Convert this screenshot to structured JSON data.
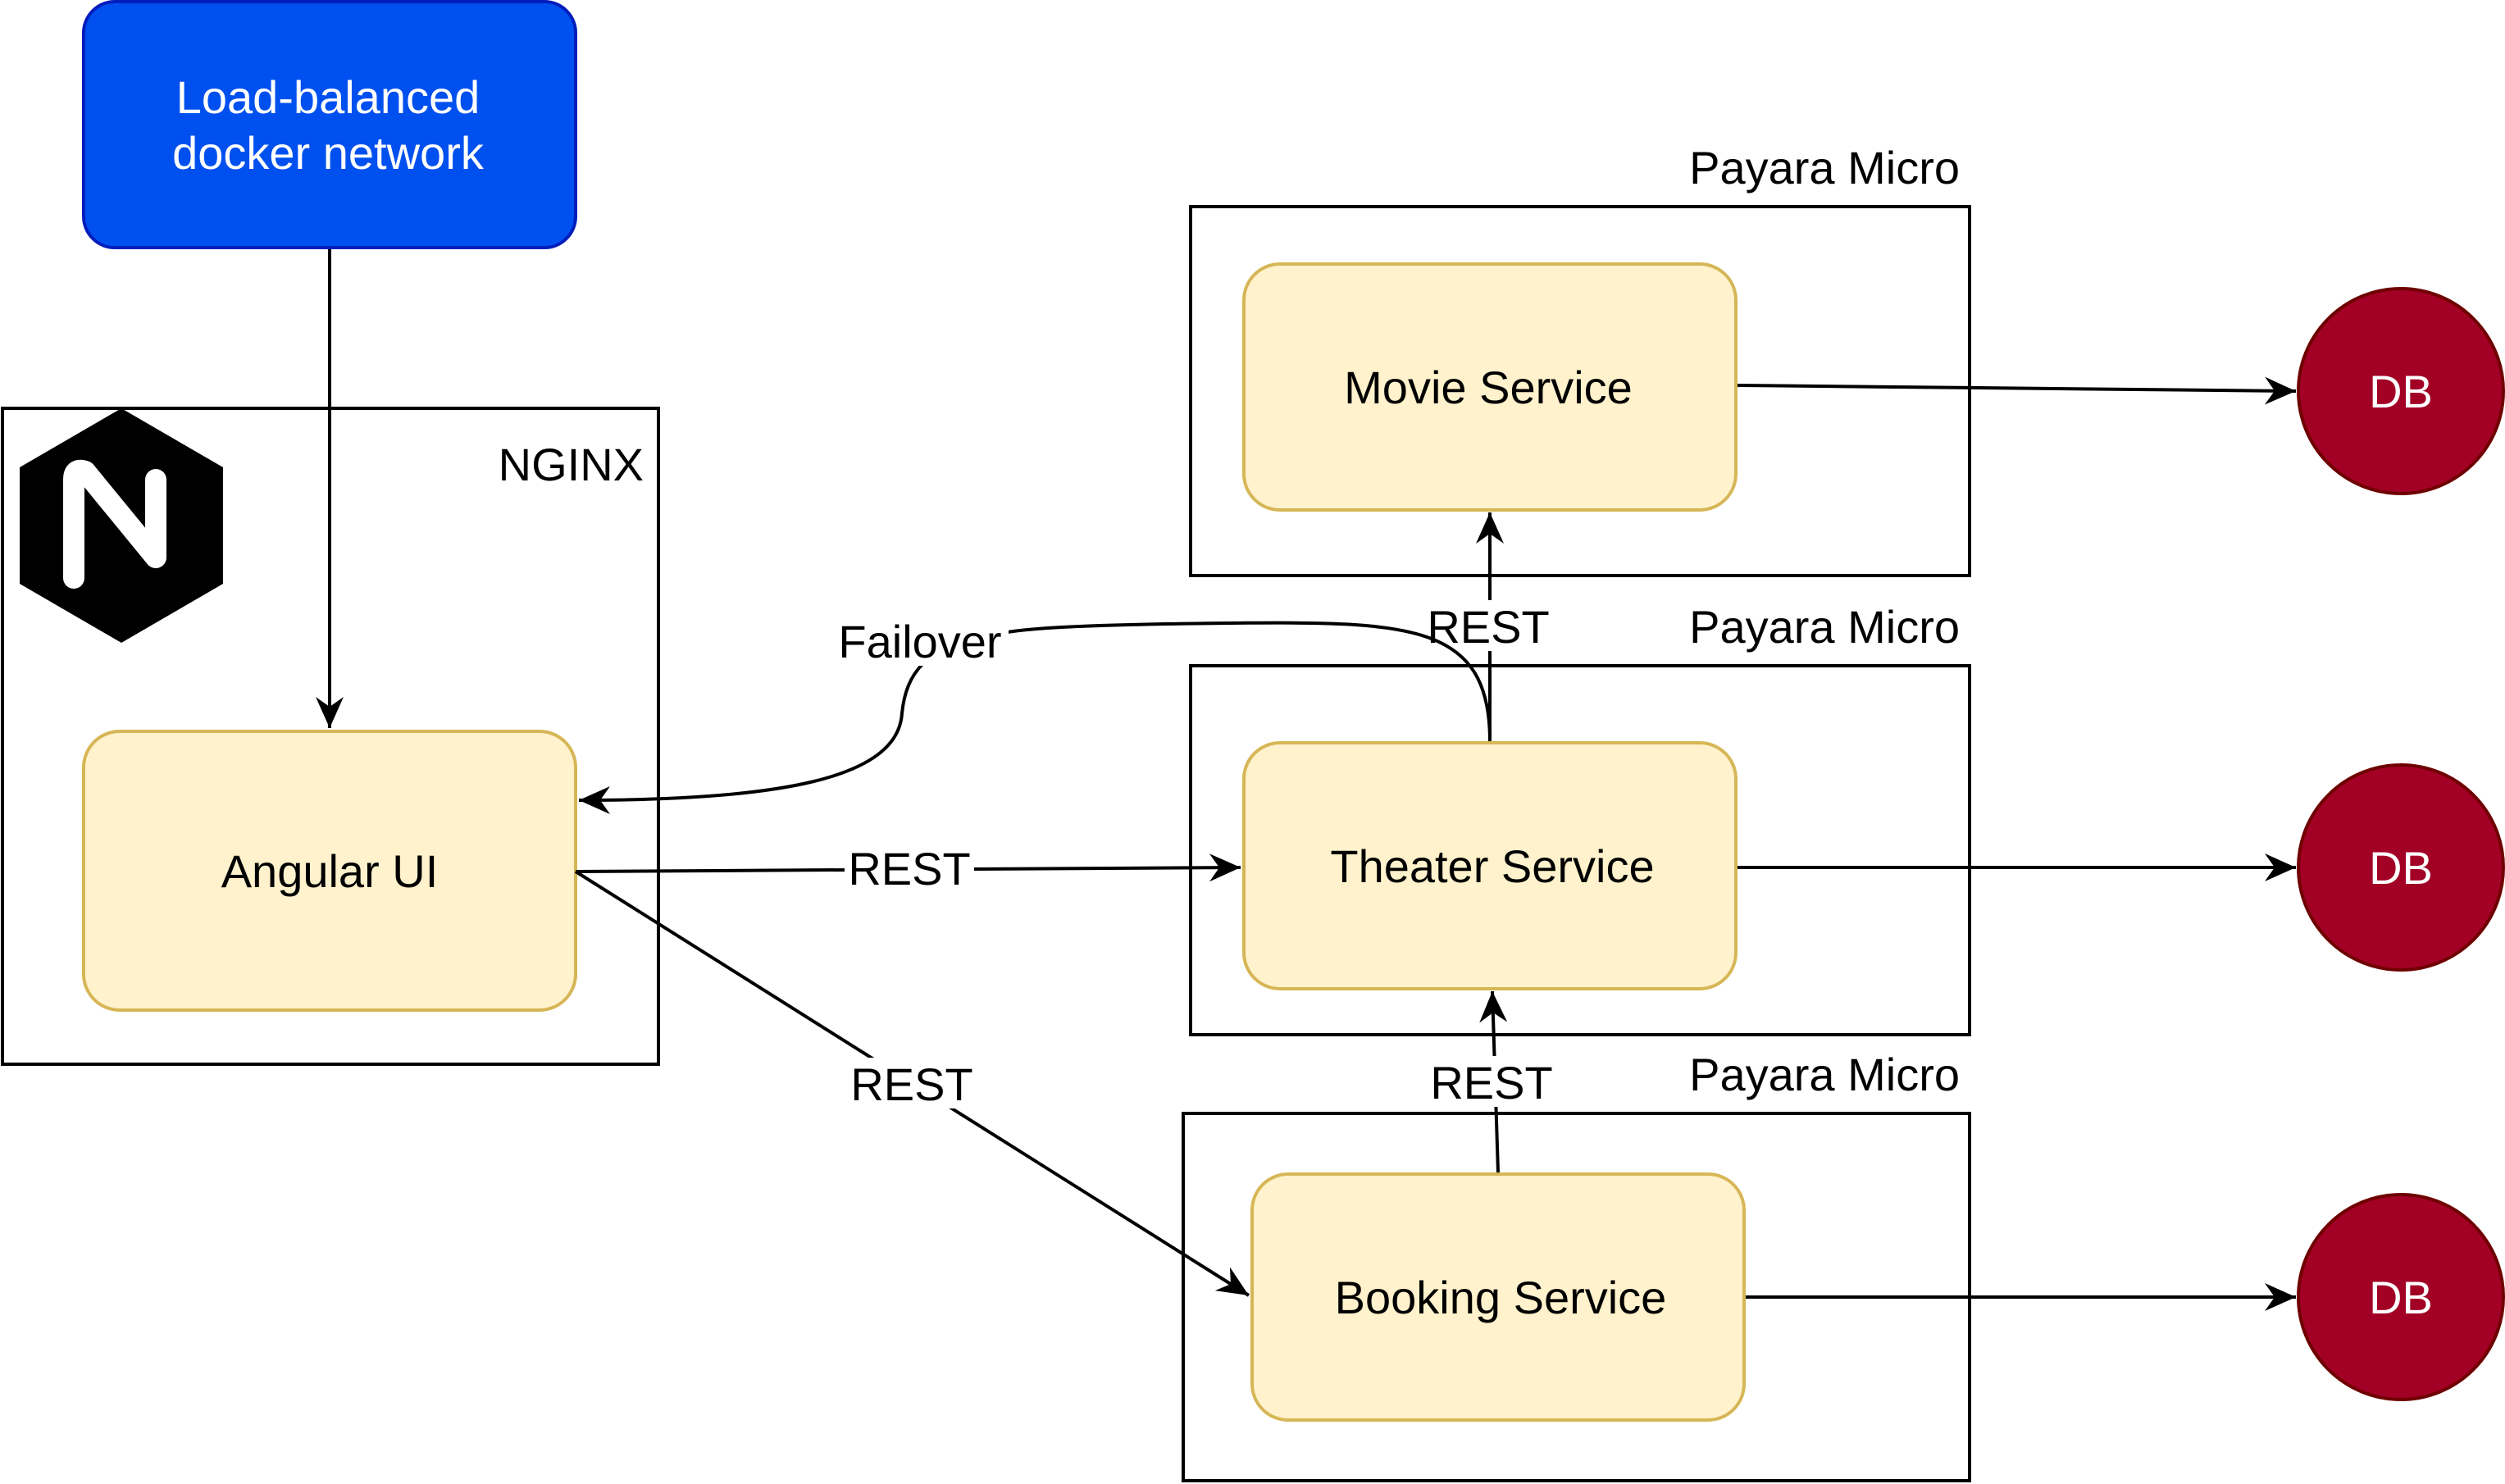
{
  "load_balancer": {
    "line1": "Load-balanced",
    "line2": "docker network"
  },
  "nginx": {
    "label": "NGINX",
    "logo_letter": "N",
    "logo_icon": "nginx-logo-icon"
  },
  "nodes": {
    "angular_ui": "Angular UI",
    "movie_service": "Movie Service",
    "theater_service": "Theater Service",
    "booking_service": "Booking Service"
  },
  "containers": {
    "movie": "Payara Micro",
    "theater": "Payara Micro",
    "booking": "Payara Micro"
  },
  "databases": {
    "movie_db": "DB",
    "theater_db": "DB",
    "booking_db": "DB"
  },
  "edges": {
    "failover": "Failover",
    "ui_to_theater": "REST",
    "ui_to_booking": "REST",
    "theater_to_movie": "REST",
    "booking_to_theater": "REST"
  },
  "colors": {
    "load_balancer_fill": "#0050ef",
    "load_balancer_stroke": "#001dbc",
    "service_fill": "#fff2cc",
    "service_stroke": "#d6b656",
    "db_fill": "#a20025",
    "db_stroke": "#6f0000",
    "line": "#000000"
  }
}
